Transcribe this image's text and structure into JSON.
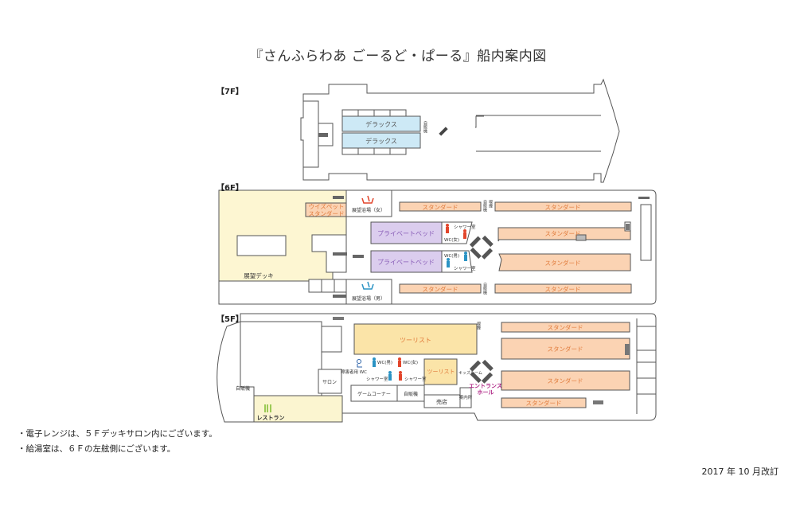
{
  "title": "『さんふらわあ ごーるど・ぱーる』船内案内図",
  "colors": {
    "deluxe": "#cde9f6",
    "standard": "#fbd3b3",
    "private_bed": "#dbcdee",
    "tourist": "#fbe4a8",
    "deck": "#fdf6d2",
    "restaurant": "#fbf5d0",
    "wall": "#555555",
    "female": "#e2452b",
    "male": "#2b93c4",
    "entrance_text": "#b02887",
    "restaurant_icon": "#7dbb2e"
  },
  "floors": {
    "f7": {
      "label": "【7F】",
      "rooms": {
        "deluxe_1": "デラックス",
        "deluxe_2": "デラックス",
        "vending": "自販機"
      }
    },
    "f6": {
      "label": "【6F】",
      "rooms": {
        "deck": "展望デッキ",
        "with_pet_1": "ウイズペット",
        "with_pet_2": "スタンダード",
        "bath_female": "展望浴場（女）",
        "bath_male": "展望浴場（男）",
        "private_bed_1": "プライベートベッド",
        "private_bed_2": "プライベートベッド",
        "shower_f": "シャワー室",
        "wc_f": "WC(女)",
        "wc_m": "WC(男)",
        "shower_m": "シャワー室",
        "standard_top_left": "スタンダード",
        "standard_top_right": "スタンダード",
        "standard_mid_upper": "スタンダード",
        "standard_mid_lower": "スタンダード",
        "standard_bottom_left": "スタンダード",
        "standard_bottom_right": "スタンダード",
        "vending_top": "自販機",
        "smoking": "喫煙",
        "vending_bottom": "自販機"
      }
    },
    "f5": {
      "label": "【5F】",
      "rooms": {
        "tourist_large": "ツーリスト",
        "tourist_small": "ツーリスト",
        "smoking": "喫煙",
        "accessible_wc": "障害者用 WC",
        "wc_m": "WC(男)",
        "wc_f": "WC(女)",
        "shower_m": "シャワー室",
        "shower_f": "シャワー室",
        "kids_room": "キッズルーム",
        "entrance_hall_1": "エントランス",
        "entrance_hall_2": "ホール",
        "salon": "サロン",
        "vending_left": "自販機",
        "game_corner": "ゲームコーナー",
        "vending_mid": "自販機",
        "shop": "売店",
        "info": "案内所",
        "restaurant": "レストラン",
        "standard_1": "スタンダード",
        "standard_2": "スタンダード",
        "standard_3": "スタンダード",
        "standard_4": "スタンダード"
      }
    }
  },
  "notes": [
    "・電子レンジは、５Ｆデッキサロン内にございます。",
    "・給湯室は、６Ｆの左舷側にございます。"
  ],
  "revision": "2017 年 10 月改訂"
}
